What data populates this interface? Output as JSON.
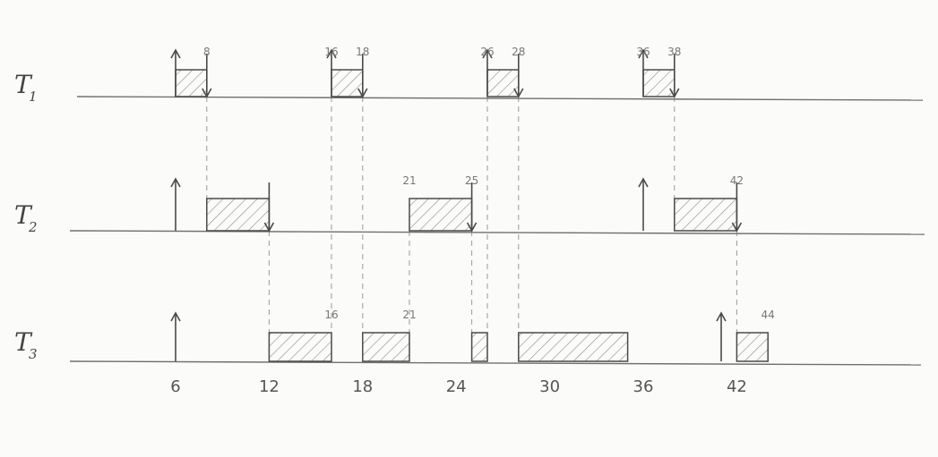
{
  "rows": [
    {
      "id": "t1",
      "label": "T",
      "subscript": "1",
      "releases": [
        6,
        16,
        26,
        36
      ],
      "deadlines": [
        8,
        18,
        28,
        38
      ],
      "jobs": [
        [
          6,
          8
        ],
        [
          16,
          18
        ],
        [
          26,
          28
        ],
        [
          36,
          38
        ]
      ],
      "annotations": [
        {
          "t": 8,
          "text": "8"
        },
        {
          "t": 16,
          "text": "16"
        },
        {
          "t": 18,
          "text": "18"
        },
        {
          "t": 26,
          "text": "26"
        },
        {
          "t": 28,
          "text": "28"
        },
        {
          "t": 36,
          "text": "36"
        },
        {
          "t": 38,
          "text": "38"
        }
      ]
    },
    {
      "id": "t2",
      "label": "T",
      "subscript": "2",
      "releases": [
        6,
        36
      ],
      "deadlines": [
        12,
        25,
        42
      ],
      "jobs": [
        [
          8,
          12
        ],
        [
          21,
          25
        ],
        [
          38,
          42
        ]
      ],
      "annotations": [
        {
          "t": 21,
          "text": "21"
        },
        {
          "t": 25,
          "text": "25"
        },
        {
          "t": 42,
          "text": "42"
        }
      ]
    },
    {
      "id": "t3",
      "label": "T",
      "subscript": "3",
      "releases": [
        6,
        41
      ],
      "deadlines": [],
      "jobs": [
        [
          12,
          16
        ],
        [
          18,
          21
        ],
        [
          25,
          26
        ],
        [
          28,
          35
        ],
        [
          42,
          44
        ]
      ],
      "annotations": [
        {
          "t": 16,
          "text": "16"
        },
        {
          "t": 21,
          "text": "21"
        },
        {
          "t": 44,
          "text": "44"
        }
      ]
    }
  ],
  "dashed_links": [
    {
      "t": 8,
      "from": "t1",
      "to": "t2"
    },
    {
      "t": 16,
      "from": "t1",
      "to": "t3"
    },
    {
      "t": 18,
      "from": "t1",
      "to": "t3"
    },
    {
      "t": 21,
      "from": "t2",
      "to": "t3"
    },
    {
      "t": 25,
      "from": "t2",
      "to": "t3"
    },
    {
      "t": 26,
      "from": "t1",
      "to": "t3"
    },
    {
      "t": 28,
      "from": "t1",
      "to": "t3"
    },
    {
      "t": 38,
      "from": "t1",
      "to": "t2"
    },
    {
      "t": 12,
      "from": "t2",
      "to": "t3"
    },
    {
      "t": 42,
      "from": "t2",
      "to": "t3"
    }
  ],
  "axis": {
    "ticks": [
      {
        "t": 6,
        "label": "6"
      },
      {
        "t": 12,
        "label": "12"
      },
      {
        "t": 18,
        "label": "18"
      },
      {
        "t": 24,
        "label": "24"
      },
      {
        "t": 30,
        "label": "30"
      },
      {
        "t": 36,
        "label": "36"
      },
      {
        "t": 42,
        "label": "42"
      }
    ]
  },
  "colors": {
    "ink": "#4a4a4a",
    "hatch": "#8a8a8a",
    "dashed": "#9a9a9a",
    "baseline": "#6f6f6f"
  }
}
